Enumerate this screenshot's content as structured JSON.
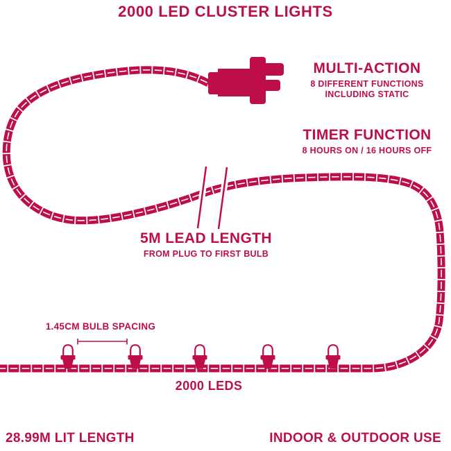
{
  "colors": {
    "accent": "#BE0E48",
    "background": "#FFFFFF"
  },
  "title": "2000 LED CLUSTER LIGHTS",
  "features": {
    "multi_action": {
      "heading": "MULTI-ACTION",
      "line1": "8 DIFFERENT FUNCTIONS",
      "line2": "INCLUDING STATIC"
    },
    "timer": {
      "heading": "TIMER FUNCTION",
      "line1": "8 HOURS ON / 16 HOURS OFF"
    },
    "lead_length": {
      "heading": "5M LEAD LENGTH",
      "line1": "FROM PLUG TO FIRST BULB"
    },
    "bulb_spacing": {
      "label": "1.45CM BULB SPACING"
    },
    "led_count": {
      "label": "2000 LEDS"
    },
    "lit_length": {
      "label": "28.99M LIT LENGTH"
    },
    "usage": {
      "label": "INDOOR & OUTDOOR USE"
    }
  },
  "icons": {
    "plug": "uk-plug-side-view",
    "wire": "twisted-rope-cable",
    "bulb": "led-cluster-bulb",
    "break": "cable-break-marks",
    "spacing_arrow": "dimension-line"
  },
  "diagram": {
    "bulbs_shown": 5
  }
}
